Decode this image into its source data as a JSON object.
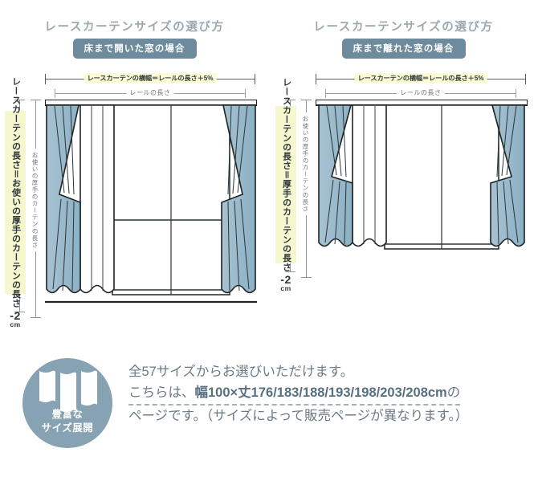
{
  "panels": [
    {
      "id": "floor-open",
      "title": "レースカーテンサイズの選び方",
      "badge": "床まで開いた窓の場合",
      "width_dim": "レースカーテンの横幅＝レールの長さ＋5%",
      "rail_dim": "レールの長さ",
      "thick_curtain_label": "お使いの厚手のカーテンの長さ",
      "lace_label_main": "レースカーテンの長さ＝お使いの厚手のカーテンの長さ",
      "lace_label_num": "-2",
      "lace_label_unit": "cm"
    },
    {
      "id": "floor-apart",
      "title": "レースカーテンサイズの選び方",
      "badge": "床まで離れた窓の場合",
      "width_dim": "レースカーテンの横幅＝レールの長さ＋5%",
      "rail_dim": "レールの長さ",
      "thick_curtain_label": "お使いの厚手のカーテンの長さ",
      "lace_label_main": "レースカーテンの長さ＝厚手のカーテンの長さ",
      "lace_label_num": "-2",
      "lace_label_unit": "cm"
    }
  ],
  "bottom": {
    "badge_line1": "豊富な",
    "badge_line2": "サイズ展開",
    "line1": "全57サイズからお選びいただけます。",
    "line2_prefix": "こちらは、",
    "line2_strong": "幅100×丈176/183/188/193/198/203/208cm",
    "line2_suffix": "の",
    "line3": "ページです。（サイズによって販売ページが異なります。）"
  },
  "colors": {
    "curtain_fill": "#8fb2c5",
    "curtain_fill_light": "#a9c4d3",
    "badge_bg": "#6d8b9d",
    "title_text": "#9aa9b1",
    "highlight_yellow": "#f5f7cf",
    "circle_badge": "#86a2b3",
    "body_text": "#6b7a85"
  }
}
